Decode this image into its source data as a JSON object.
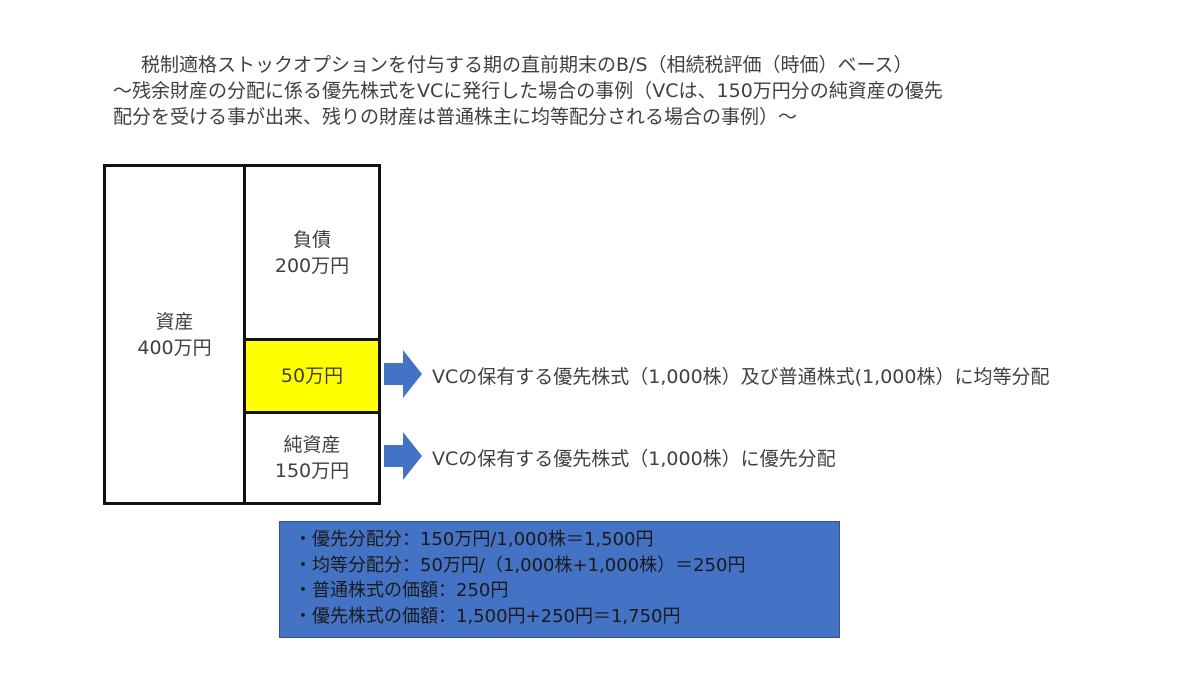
{
  "title": {
    "line1": "税制適格ストックオプションを付与する期の直前期末のB/S（相続税評価（時価）ベース）",
    "line2": "～残余財産の分配に係る優先株式をVCに発行した場合の事例（VCは、150万円分の純資産の優先",
    "line3": "配分を受ける事が出来、残りの財産は普通株主に均等配分される場合の事例）～"
  },
  "balance_sheet": {
    "assets": {
      "label": "資産",
      "amount": "400万円"
    },
    "liabilities": {
      "label": "負債",
      "amount": "200万円"
    },
    "surplus": {
      "amount": "50万円",
      "color": "#ffff00"
    },
    "net_assets": {
      "label": "純資産",
      "amount": "150万円"
    }
  },
  "arrows": {
    "color": "#4472c4",
    "items": [
      {
        "text": "VCの保有する優先株式（1,000株）及び普通株式(1,000株）に均等分配"
      },
      {
        "text": "VCの保有する優先株式（1,000株）に優先分配"
      }
    ]
  },
  "calculation": {
    "background": "#4472c4",
    "lines": [
      "・優先分配分：150万円/1,000株＝1,500円",
      "・均等分配分：50万円/（1,000株+1,000株）＝250円",
      "・普通株式の価額：250円",
      "・優先株式の価額：1,500円+250円＝1,750円"
    ]
  }
}
